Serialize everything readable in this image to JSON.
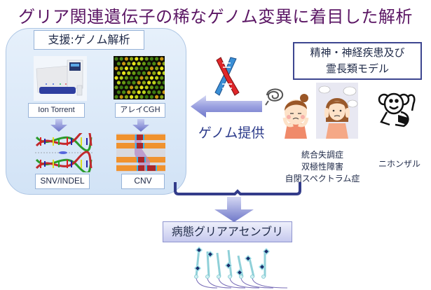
{
  "title": "グリア関連遺伝子の稀なゲノム変異に着目した解析",
  "support_panel": {
    "title": "支援:ゲノム解析",
    "methods": [
      {
        "name": "Ion Torrent",
        "output": "SNV/INDEL"
      },
      {
        "name": "アレイCGH",
        "output": "CNV"
      }
    ]
  },
  "flow": {
    "genome_provide_label": "ゲノム提供"
  },
  "subjects": {
    "box_line1": "精神・神経疾患及び",
    "box_line2": "霊長類モデル",
    "disorders": [
      "統合失調症",
      "双極性障害",
      "自閉スペクトラム症"
    ],
    "primate_model": "ニホンザル"
  },
  "result": {
    "label": "病態グリアアセンブリ"
  },
  "colors": {
    "title": "#5b1664",
    "panel_bg": "#dce9f8",
    "arrow": "#7e86d6",
    "bracket": "#333c8a",
    "text": "#1f2a48"
  }
}
